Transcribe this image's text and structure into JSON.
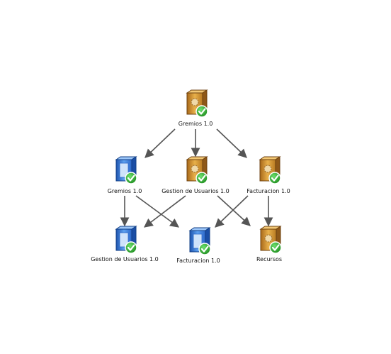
{
  "nodes": [
    {
      "id": "n1",
      "label": "Gremios 1.0",
      "icon": "orange-gear-package-icon"
    },
    {
      "id": "n2",
      "label": "Gremios 1.0",
      "icon": "blue-package-icon"
    },
    {
      "id": "n3",
      "label": "Gestion de Usuarios 1.0",
      "icon": "orange-gear-package-icon"
    },
    {
      "id": "n4",
      "label": "Facturacion 1.0",
      "icon": "orange-gear-package-icon"
    },
    {
      "id": "n5",
      "label": "Gestion de Usuarios 1.0",
      "icon": "blue-package-icon"
    },
    {
      "id": "n6",
      "label": "Facturacion 1.0",
      "icon": "blue-package-icon"
    },
    {
      "id": "n7",
      "label": "Recursos",
      "icon": "orange-gear-package-icon"
    }
  ],
  "edges": [
    {
      "from": "n1",
      "to": "n2"
    },
    {
      "from": "n1",
      "to": "n3"
    },
    {
      "from": "n1",
      "to": "n4"
    },
    {
      "from": "n2",
      "to": "n5"
    },
    {
      "from": "n2",
      "to": "n6"
    },
    {
      "from": "n3",
      "to": "n5"
    },
    {
      "from": "n3",
      "to": "n7"
    },
    {
      "from": "n4",
      "to": "n6"
    },
    {
      "from": "n4",
      "to": "n7"
    }
  ],
  "status_icon": "green-checkmark-icon",
  "colors": {
    "orange": "#d89a2c",
    "blue": "#3a7fdc",
    "green": "#2aa42a",
    "arrow": "#555555"
  }
}
